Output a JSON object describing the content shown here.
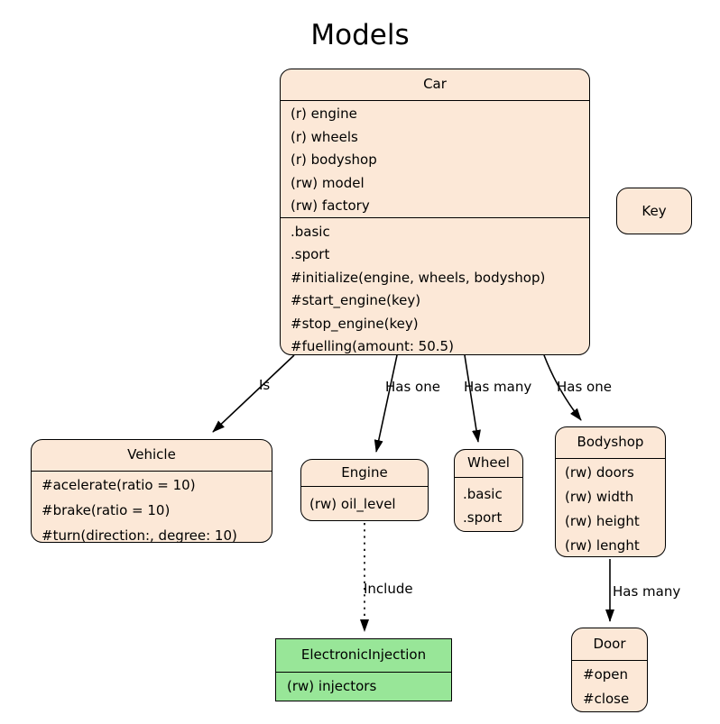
{
  "title": "Models",
  "colors": {
    "node_fill": "#fce8d7",
    "green_node_fill": "#98e698",
    "border": "#000000",
    "background": "#ffffff",
    "text": "#000000"
  },
  "nodes": {
    "car": {
      "title": "Car",
      "attributes": [
        "(r) engine",
        "(r) wheels",
        "(r) bodyshop",
        "(rw) model",
        "(rw) factory"
      ],
      "methods": [
        ".basic",
        ".sport",
        "#initialize(engine, wheels, bodyshop)",
        "#start_engine(key)",
        "#stop_engine(key)",
        "#fuelling(amount: 50.5)"
      ]
    },
    "key": {
      "title": "Key"
    },
    "vehicle": {
      "title": "Vehicle",
      "methods": [
        "#acelerate(ratio = 10)",
        "#brake(ratio = 10)",
        "#turn(direction:, degree: 10)"
      ]
    },
    "engine": {
      "title": "Engine",
      "attributes": [
        "(rw) oil_level"
      ]
    },
    "wheel": {
      "title": "Wheel",
      "methods": [
        ".basic",
        ".sport"
      ]
    },
    "bodyshop": {
      "title": "Bodyshop",
      "attributes": [
        "(rw) doors",
        "(rw) width",
        "(rw) height",
        "(rw) lenght"
      ]
    },
    "electronic_injection": {
      "title": "ElectronicInjection",
      "attributes": [
        "(rw) injectors"
      ]
    },
    "door": {
      "title": "Door",
      "methods": [
        "#open",
        "#close"
      ]
    }
  },
  "edges": {
    "car_vehicle": {
      "label": "Is",
      "style": "solid"
    },
    "car_engine": {
      "label": "Has one",
      "style": "solid"
    },
    "car_wheel": {
      "label": "Has many",
      "style": "solid"
    },
    "car_bodyshop": {
      "label": "Has one",
      "style": "solid"
    },
    "engine_injection": {
      "label": "Include",
      "style": "dotted"
    },
    "bodyshop_door": {
      "label": "Has many",
      "style": "solid"
    }
  }
}
